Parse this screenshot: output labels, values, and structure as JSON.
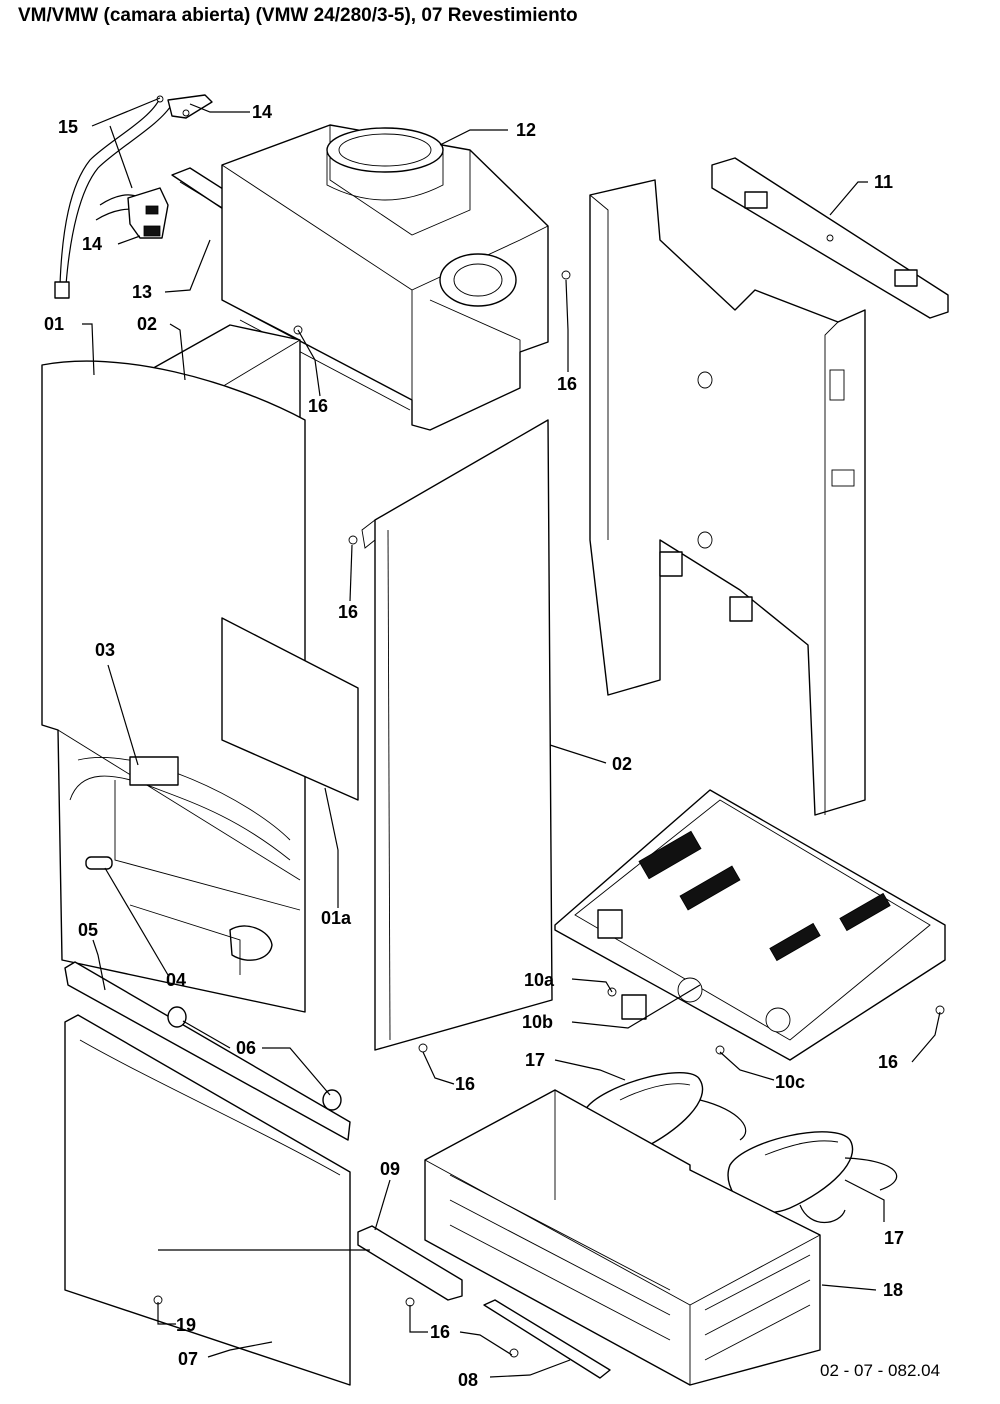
{
  "title": "VM/VMW (camara abierta) (VMW 24/280/3-5), 07 Revestimiento",
  "doc_ref": "02 - 07 - 082.04",
  "callouts": {
    "c01": "01",
    "c01a": "01a",
    "c02a": "02",
    "c02b": "02",
    "c03": "03",
    "c04": "04",
    "c05": "05",
    "c06": "06",
    "c07": "07",
    "c08": "08",
    "c09": "09",
    "c10a": "10a",
    "c10b": "10b",
    "c10c": "10c",
    "c11": "11",
    "c12": "12",
    "c13": "13",
    "c14a": "14",
    "c14b": "14",
    "c15": "15",
    "c16a": "16",
    "c16b": "16",
    "c16c": "16",
    "c16d": "16",
    "c16e": "16",
    "c16f": "16",
    "c17a": "17",
    "c17b": "17",
    "c18": "18",
    "c19": "19"
  }
}
